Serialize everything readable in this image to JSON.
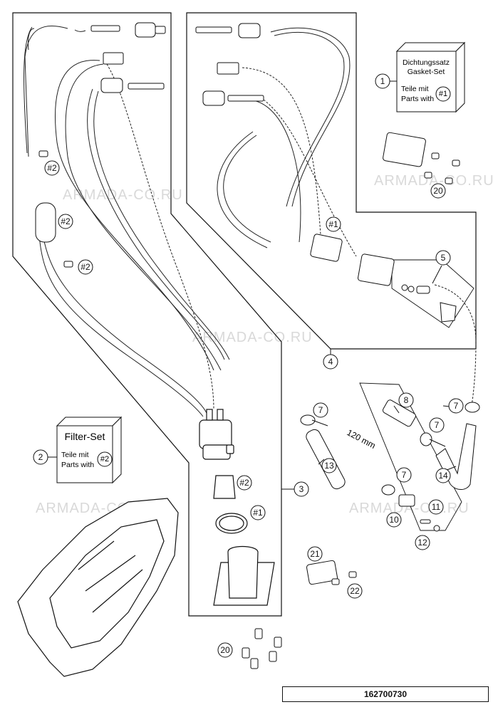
{
  "watermark": "ARMADA-CO.RU",
  "drawing_number": "162700730",
  "gasket_set": {
    "callout": "1",
    "title_de": "Dichtungssatz",
    "title_en": "Gasket-Set",
    "parts_de": "Teile mit",
    "parts_en": "Parts with",
    "ref": "#1"
  },
  "filter_set": {
    "callout": "2",
    "title": "Filter-Set",
    "parts_de": "Teile mit",
    "parts_en": "Parts with",
    "ref": "#2"
  },
  "hose_length_label": "120 mm",
  "callouts": {
    "c3": "3",
    "c4": "4",
    "c5": "5",
    "c7a": "7",
    "c7b": "7",
    "c7c": "7",
    "c7d": "7",
    "c8": "8",
    "c10": "10",
    "c11": "11",
    "c12": "12",
    "c13": "13",
    "c14": "14",
    "c20a": "20",
    "c20b": "20",
    "c21": "21",
    "c22": "22"
  },
  "refs": {
    "r2a": "#2",
    "r2b": "#2",
    "r2c": "#2",
    "r2d": "#2",
    "r1a": "#1",
    "r1b": "#1"
  }
}
